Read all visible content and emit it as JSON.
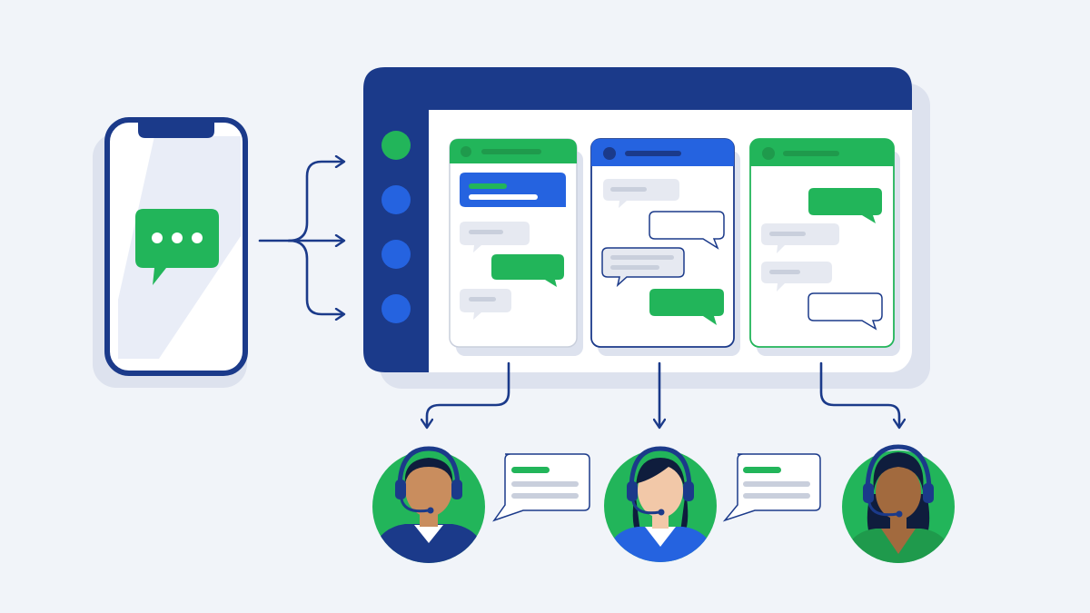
{
  "colors": {
    "background": "#f1f4f9",
    "navy": "#1b3a8a",
    "blue": "#2563e0",
    "green": "#22b55a",
    "dark_green": "#1f9a4c",
    "bubble_gray": "#e6e9f1",
    "line_gray": "#c9cfdc",
    "shadow": "#dde2ee",
    "skin_light": "#f2c8a8",
    "skin_mid": "#c98d5e",
    "skin_dark": "#a26a3e",
    "hair": "#0f1d3d"
  },
  "icons": {
    "phone": "smartphone-icon",
    "chat": "chat-bubble-icon",
    "dashboard": "dashboard-window-icon",
    "agent": "headset-agent-icon"
  },
  "diagram": {
    "nodes": [
      "phone",
      "dashboard",
      "agent-1",
      "agent-2",
      "agent-3"
    ],
    "edges": [
      {
        "from": "phone",
        "to": "dashboard"
      },
      {
        "from": "dashboard",
        "to": "agent-1"
      },
      {
        "from": "dashboard",
        "to": "agent-2"
      },
      {
        "from": "dashboard",
        "to": "agent-3"
      }
    ],
    "sidebar_dots": [
      "green",
      "blue",
      "blue",
      "blue"
    ],
    "panels": [
      {
        "header_color": "green",
        "outline_color": "green"
      },
      {
        "header_color": "blue",
        "outline_color": "navy"
      },
      {
        "header_color": "green",
        "outline_color": "green"
      }
    ],
    "agents": [
      {
        "skin": "mid",
        "shirt_color": "navy",
        "circle_color": "green"
      },
      {
        "skin": "light",
        "shirt_color": "blue",
        "circle_color": "green"
      },
      {
        "skin": "dark",
        "shirt_color": "green",
        "circle_color": "green"
      }
    ]
  }
}
